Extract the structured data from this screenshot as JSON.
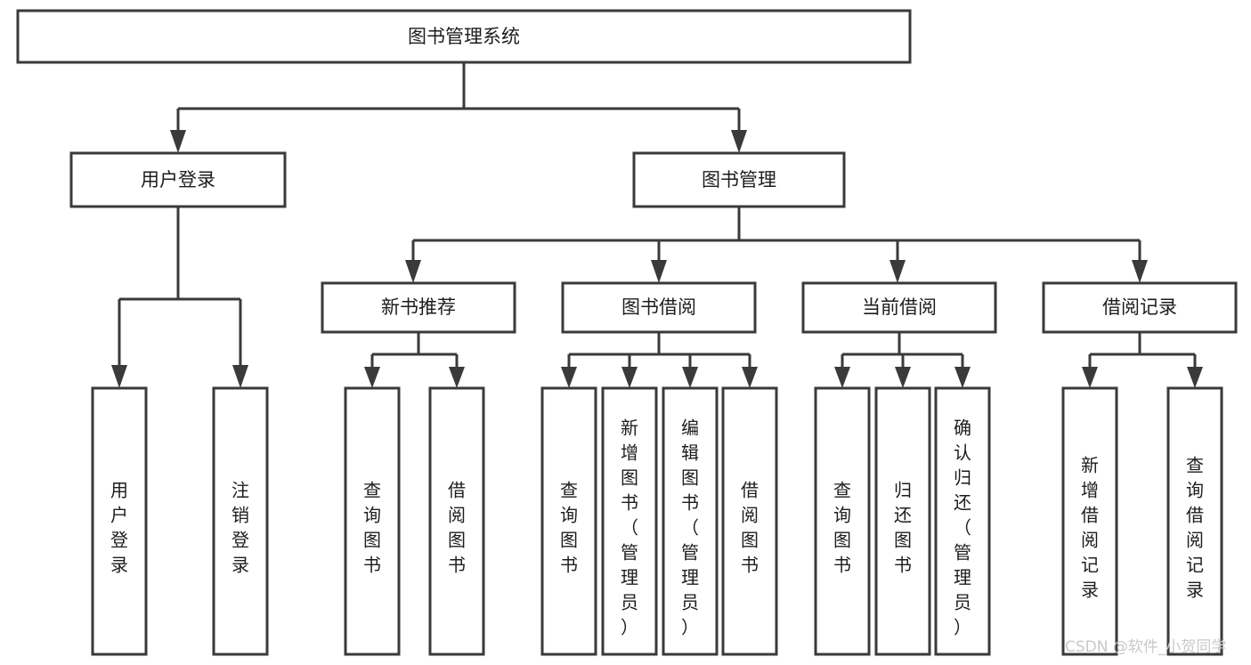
{
  "diagram": {
    "title": "图书管理系统",
    "type": "tree-hierarchy",
    "orientation": "top-down",
    "colors": {
      "box_fill": "#ffffff",
      "box_stroke": "#3a3a3a",
      "text": "#1d1d1d",
      "background": "#ffffff",
      "watermark": "#c9c9c9"
    },
    "root": {
      "label": "图书管理系统"
    },
    "level2": [
      {
        "label": "用户登录"
      },
      {
        "label": "图书管理"
      }
    ],
    "level3": [
      {
        "label": "新书推荐"
      },
      {
        "label": "图书借阅"
      },
      {
        "label": "当前借阅"
      },
      {
        "label": "借阅记录"
      }
    ],
    "leaves": {
      "用户登录": [
        {
          "label": "用户登录"
        },
        {
          "label": "注销登录"
        }
      ],
      "新书推荐": [
        {
          "label": "查询图书"
        },
        {
          "label": "借阅图书"
        }
      ],
      "图书借阅": [
        {
          "label": "查询图书"
        },
        {
          "label": "新增图书（管理员）"
        },
        {
          "label": "编辑图书（管理员）"
        },
        {
          "label": "借阅图书"
        }
      ],
      "当前借阅": [
        {
          "label": "查询图书"
        },
        {
          "label": "归还图书"
        },
        {
          "label": "确认归还（管理员）"
        }
      ],
      "借阅记录": [
        {
          "label": "新增借阅记录"
        },
        {
          "label": "查询借阅记录"
        }
      ]
    }
  },
  "watermark": {
    "text": "CSDN @软件_小贺同学"
  },
  "nodes": {
    "root": "图书管理系统",
    "user_login": "用户登录",
    "book_manage": "图书管理",
    "new_book_rec": "新书推荐",
    "book_borrow": "图书借阅",
    "current_borrow": "当前借阅",
    "borrow_record": "借阅记录",
    "leaf_user_login": "用户登录",
    "leaf_logout": "注销登录",
    "leaf_rec_query": "查询图书",
    "leaf_rec_borrow": "借阅图书",
    "leaf_bb_query": "查询图书",
    "leaf_bb_add": "新增图书（管理员）",
    "leaf_bb_edit": "编辑图书（管理员）",
    "leaf_bb_borrow": "借阅图书",
    "leaf_cb_query": "查询图书",
    "leaf_cb_return": "归还图书",
    "leaf_cb_confirm": "确认归还（管理员）",
    "leaf_br_add": "新增借阅记录",
    "leaf_br_query": "查询借阅记录"
  }
}
